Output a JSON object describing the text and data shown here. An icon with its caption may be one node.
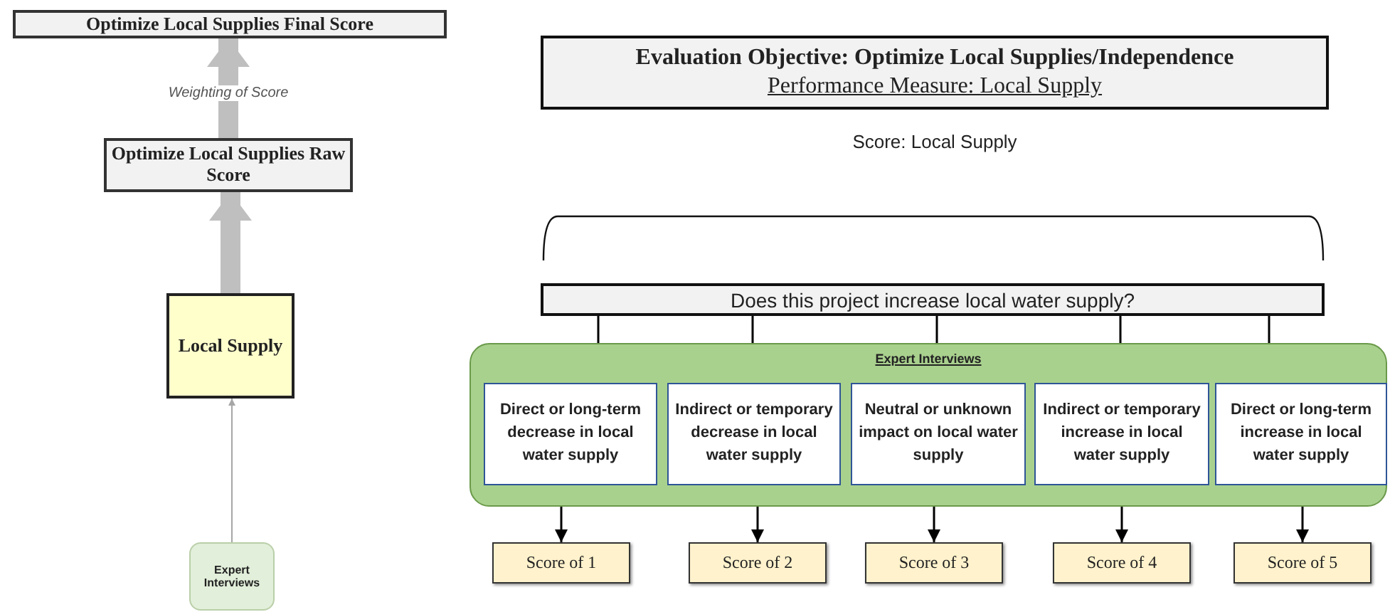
{
  "diagram": {
    "nodes": [
      {
        "text": [
          "Optimize Local Supplies Final Score"
        ]
      },
      {
        "text": [
          "Optimize Local Supplies Raw Score"
        ]
      },
      {
        "text": [
          "Local Supply"
        ]
      },
      {
        "text": [
          "Expert Interviews"
        ]
      },
      {
        "text": [
          "Evaluation Objective: Optimize Local Supplies/Independence",
          "Performance Measure:  Local Supply"
        ]
      },
      {
        "text": [
          "Does this project increase local water supply?"
        ]
      },
      {
        "text": [
          "Expert Interviews"
        ]
      },
      {
        "text": [
          "Direct or long-term decrease in local water supply"
        ],
        "in": 6
      },
      {
        "text": [
          "Indirect or temporary decrease in local water supply"
        ],
        "in": 6
      },
      {
        "text": [
          "Neutral or unknown impact on local water supply"
        ],
        "in": 6
      },
      {
        "text": [
          "Indirect or temporary increase in local water supply"
        ],
        "in": 6
      },
      {
        "text": [
          "Direct or long-term increase in local water supply"
        ],
        "in": 6
      },
      {
        "text": [
          "Score of 1"
        ]
      },
      {
        "text": [
          "Score of 2"
        ]
      },
      {
        "text": [
          "Score of 3"
        ]
      },
      {
        "text": [
          "Score of 4"
        ]
      },
      {
        "text": [
          "Score of 5"
        ]
      }
    ],
    "edges": [
      {
        "from": 1,
        "to": 0,
        "arrow": "to",
        "label": "Weighting of Score",
        "style": "thick",
        "color": "#bfbfbf"
      },
      {
        "from": 2,
        "to": 1,
        "arrow": "to",
        "style": "thick",
        "color": "#bfbfbf"
      },
      {
        "from": 3,
        "to": 2,
        "arrow": "to",
        "color": "#a6a6a6"
      },
      {
        "from": 5,
        "to": 7,
        "arrow": "none"
      },
      {
        "from": 5,
        "to": 8,
        "arrow": "none"
      },
      {
        "from": 5,
        "to": 9,
        "arrow": "none"
      },
      {
        "from": 5,
        "to": 10,
        "arrow": "none"
      },
      {
        "from": 5,
        "to": 11,
        "arrow": "none"
      },
      {
        "from": 7,
        "to": 12,
        "arrow": "to"
      },
      {
        "from": 8,
        "to": 13,
        "arrow": "to"
      },
      {
        "from": 9,
        "to": 14,
        "arrow": "to"
      },
      {
        "from": 10,
        "to": 15,
        "arrow": "to"
      },
      {
        "from": 11,
        "to": 16,
        "arrow": "to"
      }
    ],
    "labels": [
      "Score:  Local Supply"
    ]
  }
}
